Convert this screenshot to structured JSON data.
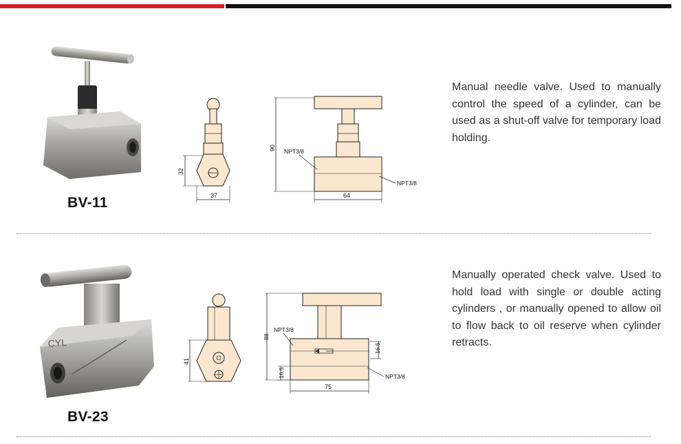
{
  "header": {
    "accent_color": "#d61f26",
    "bar_color": "#111111"
  },
  "products": [
    {
      "model": "BV-11",
      "description": "Manual needle valve.  Used to manually control the speed of a cylinder, can be used as a shut-off valve for temporary load holding.",
      "dimensions": {
        "height": "90",
        "side_height": "32",
        "side_width": "37",
        "body_length": "64",
        "port_label_1": "NPT3/8",
        "port_label_2": "NPT3/8"
      }
    },
    {
      "model": "BV-23",
      "description": "Manually operated check valve. Used to hold load with single or double acting cylinders , or manually opened to allow oil to flow back to oil reserve when cylinder retracts.",
      "photo_marking": "CYL",
      "dimensions": {
        "height": "88",
        "side_height": "41",
        "body_length": "75",
        "port_offset_right": "16.5",
        "port_offset_left": "16.5",
        "port_label_1": "NPT3/8",
        "port_label_2": "NPT3/8"
      }
    }
  ]
}
